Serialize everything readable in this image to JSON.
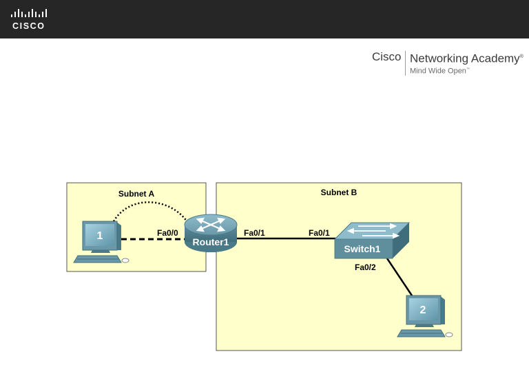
{
  "header": {
    "logo_text": "CISCO",
    "brand": "Cisco",
    "academy_name": "Networking Academy",
    "registered_mark": "®",
    "tagline": "Mind Wide Open",
    "tm_mark": "™"
  },
  "diagram": {
    "subnet_a_label": "Subnet A",
    "subnet_b_label": "Subnet B",
    "router_label": "Router1",
    "switch_label": "Switch1",
    "pc1_label": "1",
    "pc2_label": "2",
    "ports": {
      "router_fa00": "Fa0/0",
      "router_fa01": "Fa0/1",
      "switch_fa01": "Fa0/1",
      "switch_fa02": "Fa0/2"
    },
    "colors": {
      "subnet_fill": "#ffffcc",
      "router_body": "#6f9da9",
      "switch_body": "#6f9da9",
      "pc_screen": "#7fb0c2"
    }
  }
}
